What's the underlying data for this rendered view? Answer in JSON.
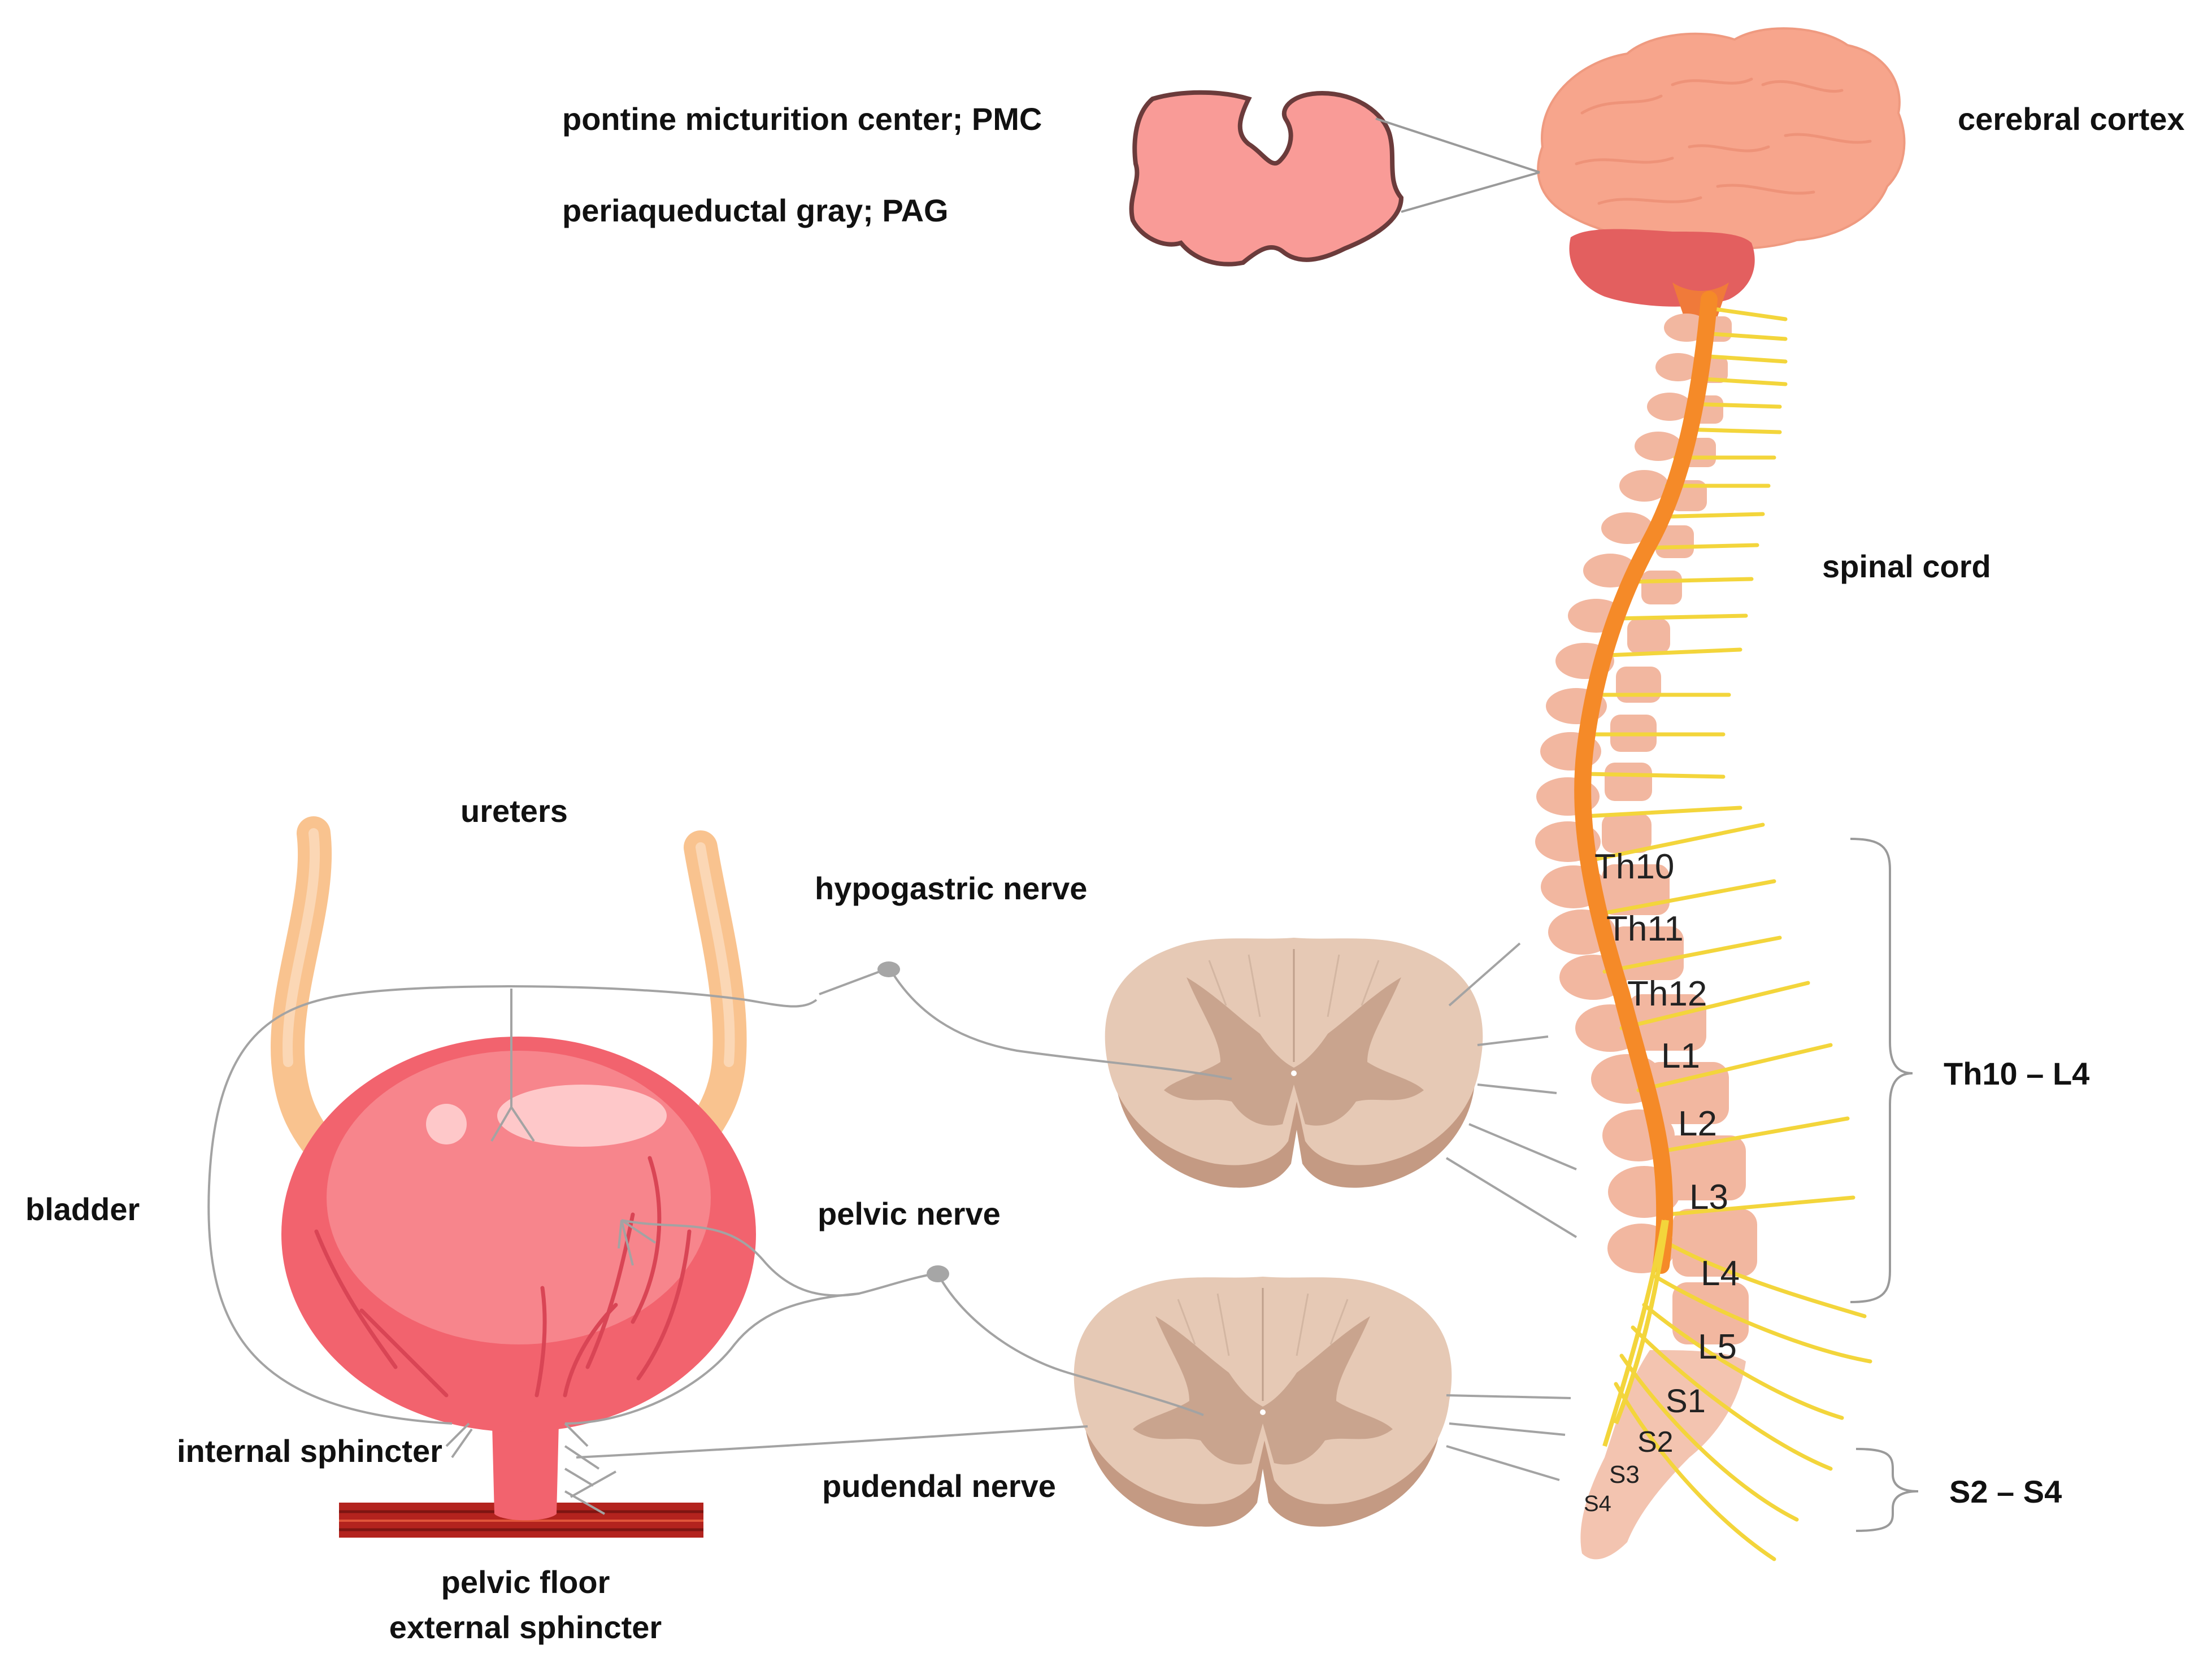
{
  "labels": {
    "pmc": "pontine micturition center; PMC",
    "pag": "periaqueductal gray; PAG",
    "cortex": "cerebral cortex",
    "spinal_cord": "spinal cord",
    "ureters": "ureters",
    "hypogastric": "hypogastric nerve",
    "bladder": "bladder",
    "pelvic_nerve": "pelvic nerve",
    "internal_sphincter": "internal sphincter",
    "pudendal": "pudendal nerve",
    "pelvic_floor": "pelvic floor",
    "external_sphincter": "external sphincter",
    "range_upper": "Th10 – L4",
    "range_lower": "S2 – S4"
  },
  "segments": [
    "Th10",
    "Th11",
    "Th12",
    "L1",
    "L2",
    "L3",
    "L4",
    "L5",
    "S1",
    "S2",
    "S3",
    "S4"
  ],
  "colors": {
    "brain": "#f7a58c",
    "cerebellum": "#e35f5f",
    "pons": "#f99b97",
    "bladder": "#f2636e",
    "ureter": "#f9c38f",
    "spinal_section": "#e6c9b5",
    "gray_matter": "#c9a48e",
    "cord": "#f58a28",
    "nerve_root": "#f3d53b",
    "vertebra": "#f2b7a0",
    "pelvic_floor": "#b3231e"
  }
}
